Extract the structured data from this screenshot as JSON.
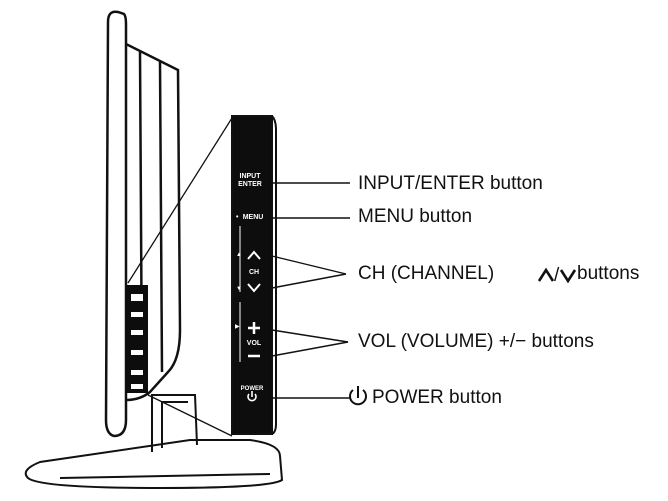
{
  "colors": {
    "outline": "#111111",
    "panel": "#0d0d0d",
    "panel_text": "#ffffff",
    "background": "#ffffff"
  },
  "panel": {
    "input_label_line1": "INPUT",
    "input_label_line2": "ENTER",
    "menu_label": "MENU",
    "ch_label": "CH",
    "vol_label": "VOL",
    "power_label": "POWER",
    "ch_up_icon": "chevron-up-icon",
    "ch_down_icon": "chevron-down-icon",
    "vol_plus_icon": "plus-icon",
    "vol_minus_icon": "minus-icon",
    "power_icon": "power-icon"
  },
  "callouts": {
    "input_enter": "INPUT/ENTER button",
    "menu": "MENU button",
    "ch_prefix": "CH (CHANNEL)",
    "ch_suffix": "buttons",
    "vol": "VOL (VOLUME) +/− buttons",
    "power": "POWER button"
  }
}
